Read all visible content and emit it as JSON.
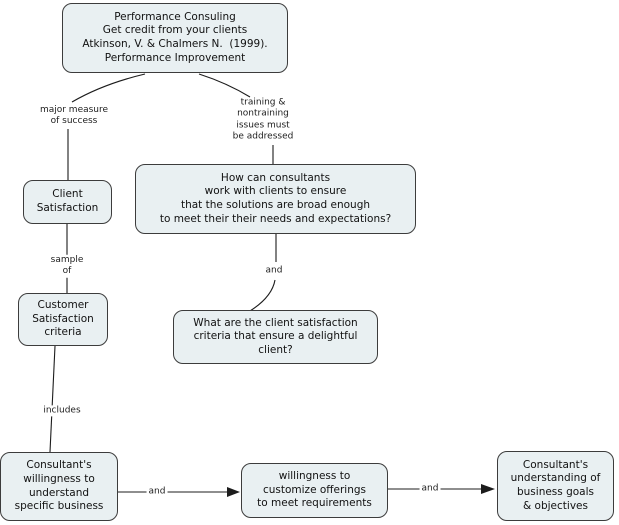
{
  "colors": {
    "node_fill": "#e9f0f2",
    "node_border": "#3c3c3c",
    "connector": "#1c1c1c",
    "background": "#ffffff"
  },
  "nodes": {
    "performance_consulting": {
      "text": "Performance Consuling\nGet credit from your clients\nAtkinson, V. & Chalmers N.  (1999).\nPerformance Improvement"
    },
    "client_satisfaction": {
      "text": "Client\nSatisfaction"
    },
    "how_can_consultants": {
      "text": "How can consultants\nwork with clients to ensure\nthat the solutions are broad enough\nto meet their their needs and expectations?"
    },
    "customer_satisfaction_criteria": {
      "text": "Customer\nSatisfaction\ncriteria"
    },
    "client_satisfaction_question": {
      "text": "What are the client satisfaction\ncriteria that ensure a delightful\nclient?"
    },
    "consultants_willingness": {
      "text": "Consultant's\nwillingness to\nunderstand\nspecific business"
    },
    "willingness_to_customize": {
      "text": "willingness to\ncustomize offerings\nto meet requirements"
    },
    "consultants_understanding": {
      "text": "Consultant's\nunderstanding of\nbusiness goals\n& objectives"
    }
  },
  "links": {
    "major_measure": {
      "text": "major measure\nof success"
    },
    "training_nontraining": {
      "text": "training &\nnontraining\nissues must\nbe addressed"
    },
    "sample_of": {
      "text": "sample\nof"
    },
    "and_middle": {
      "text": "and"
    },
    "includes": {
      "text": "includes"
    },
    "and_bottom_left": {
      "text": "and"
    },
    "and_bottom_right": {
      "text": "and"
    }
  }
}
